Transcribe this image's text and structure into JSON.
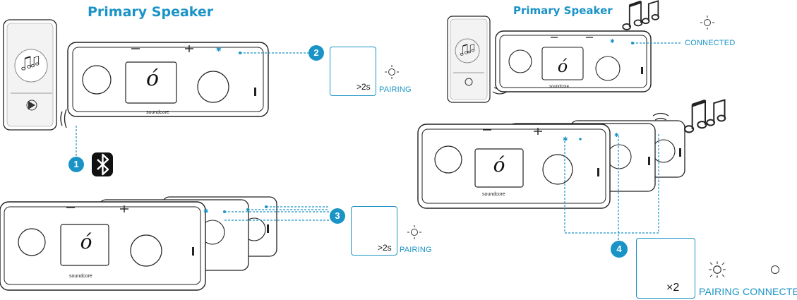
{
  "panels": {
    "left": {
      "title": "Primary Speaker",
      "steps": [
        {
          "number": "1"
        },
        {
          "number": "2",
          "hold_text": ">2s",
          "status": "PAIRING"
        },
        {
          "number": "3",
          "hold_text": ">2s",
          "status": "PAIRING"
        }
      ]
    },
    "right": {
      "title": "Primary Speaker",
      "connected_status": "CONNECTED",
      "step4": {
        "number": "4",
        "press_text": "×2",
        "status_pairing": "PAIRING",
        "status_connected": "CONNECTE"
      }
    }
  },
  "speaker": {
    "brand": "soundcore"
  },
  "icons": [
    "bluetooth-icon",
    "hand-press-icon",
    "clock-icon",
    "led-blink-icon",
    "led-solid-icon",
    "music-note-icon",
    "phone-icon",
    "sound-wave-icon"
  ],
  "colors": {
    "accent": "#1a93c6",
    "line": "#222222",
    "body": "#ffffff"
  }
}
